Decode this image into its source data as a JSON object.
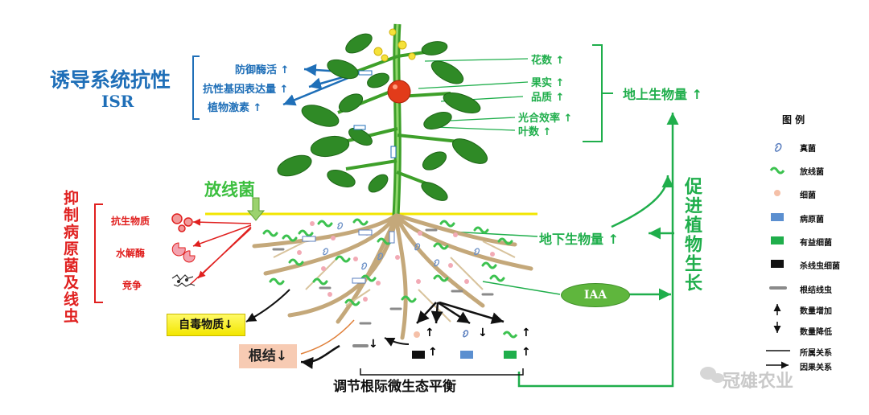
{
  "isr": {
    "title": "诱导系统抗性",
    "subtitle": "ISR",
    "items": [
      "防御酶活 ↑",
      "抗性基因表达量 ↑",
      "植物激素 ↑"
    ]
  },
  "above": {
    "items": [
      "花数 ↑",
      "果实 ↑",
      "品质 ↑",
      "光合效率 ↑",
      "叶数 ↑"
    ],
    "biomass": "地上生物量 ↑"
  },
  "actino_label": "放线菌",
  "suppress": {
    "title": "抑制病原菌及线虫",
    "items": [
      "抗生物质",
      "水解酶",
      "竞争"
    ]
  },
  "below_biomass": "地下生物量 ↑",
  "promote": "促进植物生长",
  "iaa": "IAA",
  "autotoxin": "自毒物质↓",
  "root_knot": "根结↓",
  "balance": "调节根际微生态平衡",
  "effects": [
    "↓",
    "↑",
    "↓",
    "↑",
    "↑",
    "↑"
  ],
  "legend": {
    "title": "图 例",
    "items": [
      "真菌",
      "放线菌",
      "细菌",
      "病原菌",
      "有益细菌",
      "杀线虫细菌",
      "根结线虫",
      "数量增加",
      "数量降低",
      "所属关系",
      "因果关系"
    ]
  },
  "watermark": "冠雄农业",
  "colors": {
    "blue": "#1f6fb8",
    "green": "#1fae4b",
    "red": "#e0201f",
    "yellow": "#f2e600",
    "pink": "#f7cbb3"
  }
}
